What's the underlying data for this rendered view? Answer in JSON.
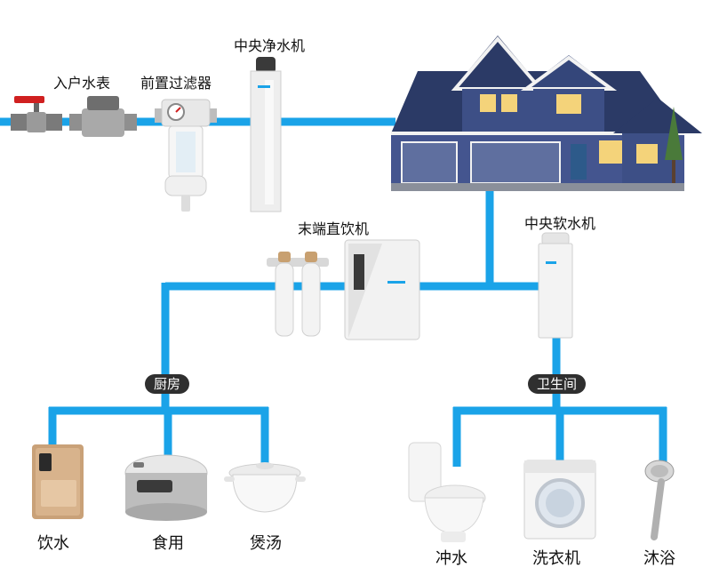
{
  "colors": {
    "pipe": "#1aa3e8",
    "house_roof": "#2b3a66",
    "house_wall": "#3d4f86",
    "trim": "#f2f2f2",
    "window_light": "#f4d37a",
    "appliance_white": "#f4f4f4",
    "pill_bg": "#2f2f2f"
  },
  "labels": {
    "inlet_meter": "入户水表",
    "pre_filter": "前置过滤器",
    "central_purifier": "中央净水机",
    "terminal_dispenser": "末端直饮机",
    "central_softener": "中央软水机",
    "kitchen": "厨房",
    "bathroom": "卫生间",
    "drinking": "饮水",
    "cooking": "食用",
    "soup": "煲汤",
    "flush": "冲水",
    "washing_machine": "洗衣机",
    "shower": "沐浴"
  },
  "icons": {
    "valve": "valve-icon",
    "meter": "water-meter-icon",
    "pre_filter": "pre-filter-icon",
    "purifier": "purifier-column-icon",
    "house": "house-icon",
    "dispenser": "water-dispenser-icon",
    "softener": "softener-icon",
    "water_bar": "water-bar-icon",
    "rice_cooker": "rice-cooker-icon",
    "soup_pot": "soup-pot-icon",
    "toilet": "toilet-icon",
    "washer": "washing-machine-icon",
    "shower_head": "shower-head-icon"
  }
}
